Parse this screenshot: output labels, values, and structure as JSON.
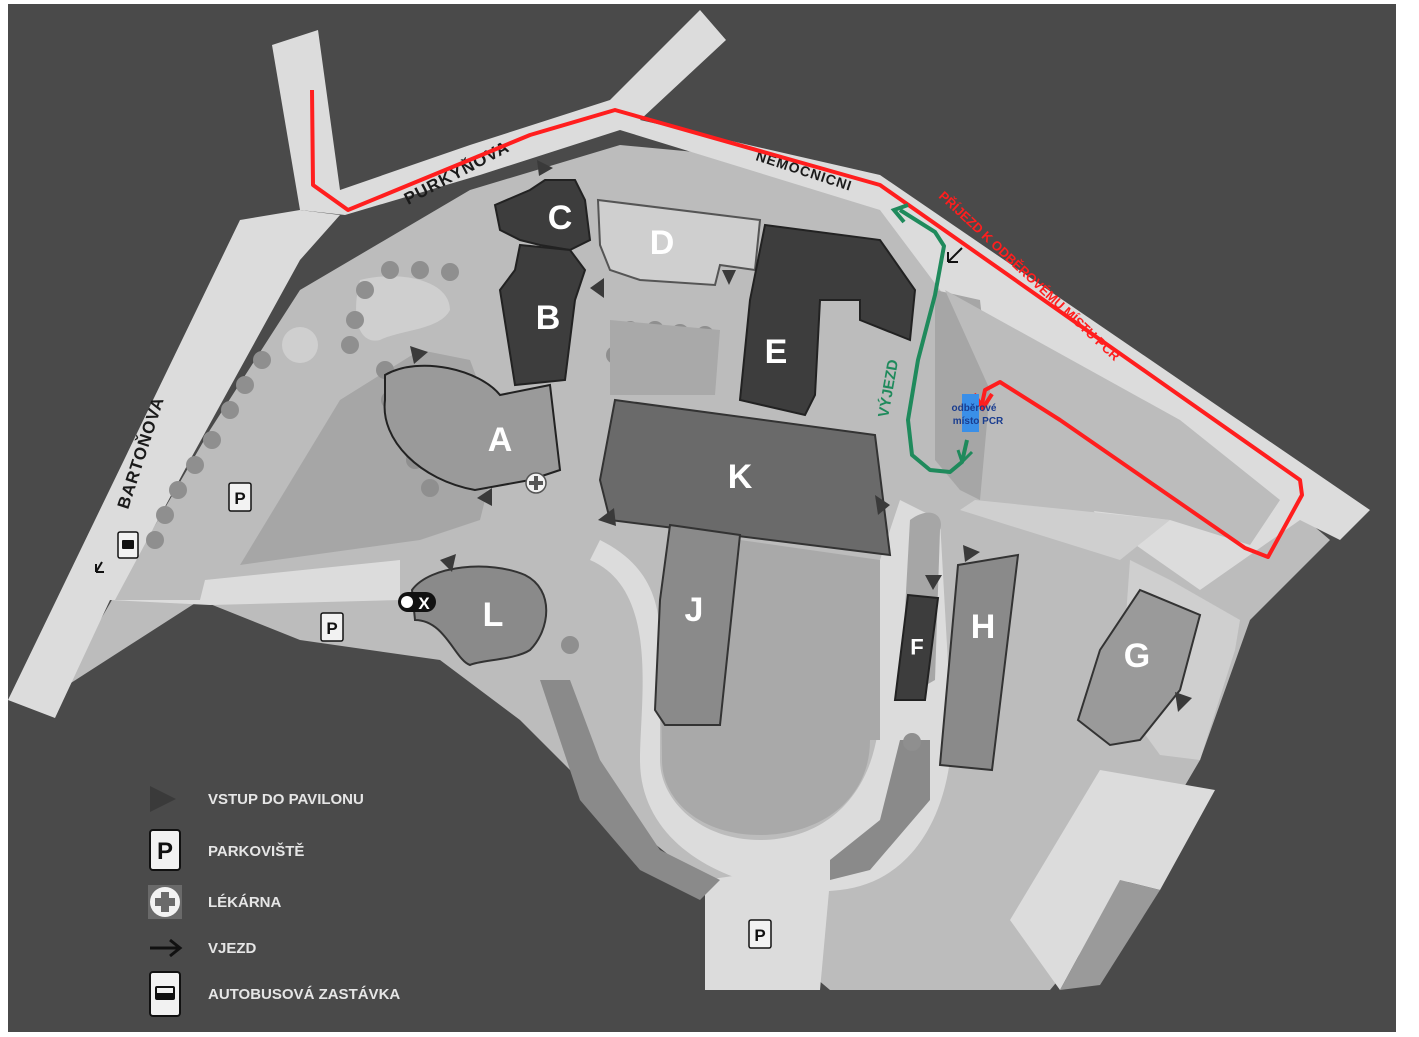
{
  "streets": {
    "purkynova": "PURKYŇOVA",
    "nemocnicni": "NEMOCNICNI",
    "bartonova": "BARTOŇOVA"
  },
  "buildings": {
    "a": "A",
    "b": "B",
    "c": "C",
    "d": "D",
    "e": "E",
    "f": "F",
    "g": "G",
    "h": "H",
    "j": "J",
    "k": "K",
    "l": "L"
  },
  "routes": {
    "arrival_label": "PŘÍJEZD K ODBĚROVÉMU MÍSTU PCR",
    "exit_label": "VÝJEZD",
    "arrival_color": "#ff1e1e",
    "exit_color": "#1f8a5c"
  },
  "pcr_site": {
    "line1": "odběrové",
    "line2": "místo PCR",
    "color": "#3a8fe8"
  },
  "markers": {
    "parking_letter": "P",
    "no_entry_letter": "X"
  },
  "legend": {
    "items": [
      {
        "icon": "entrance-triangle-icon",
        "label": "VSTUP DO PAVILONU"
      },
      {
        "icon": "parking-icon",
        "label": "PARKOVIŠTĚ"
      },
      {
        "icon": "pharmacy-cross-icon",
        "label": "LÉKÁRNA"
      },
      {
        "icon": "entry-arrow-icon",
        "label": "VJEZD"
      },
      {
        "icon": "bus-stop-icon",
        "label": "AUTOBUSOVÁ ZASTÁVKA"
      }
    ]
  }
}
